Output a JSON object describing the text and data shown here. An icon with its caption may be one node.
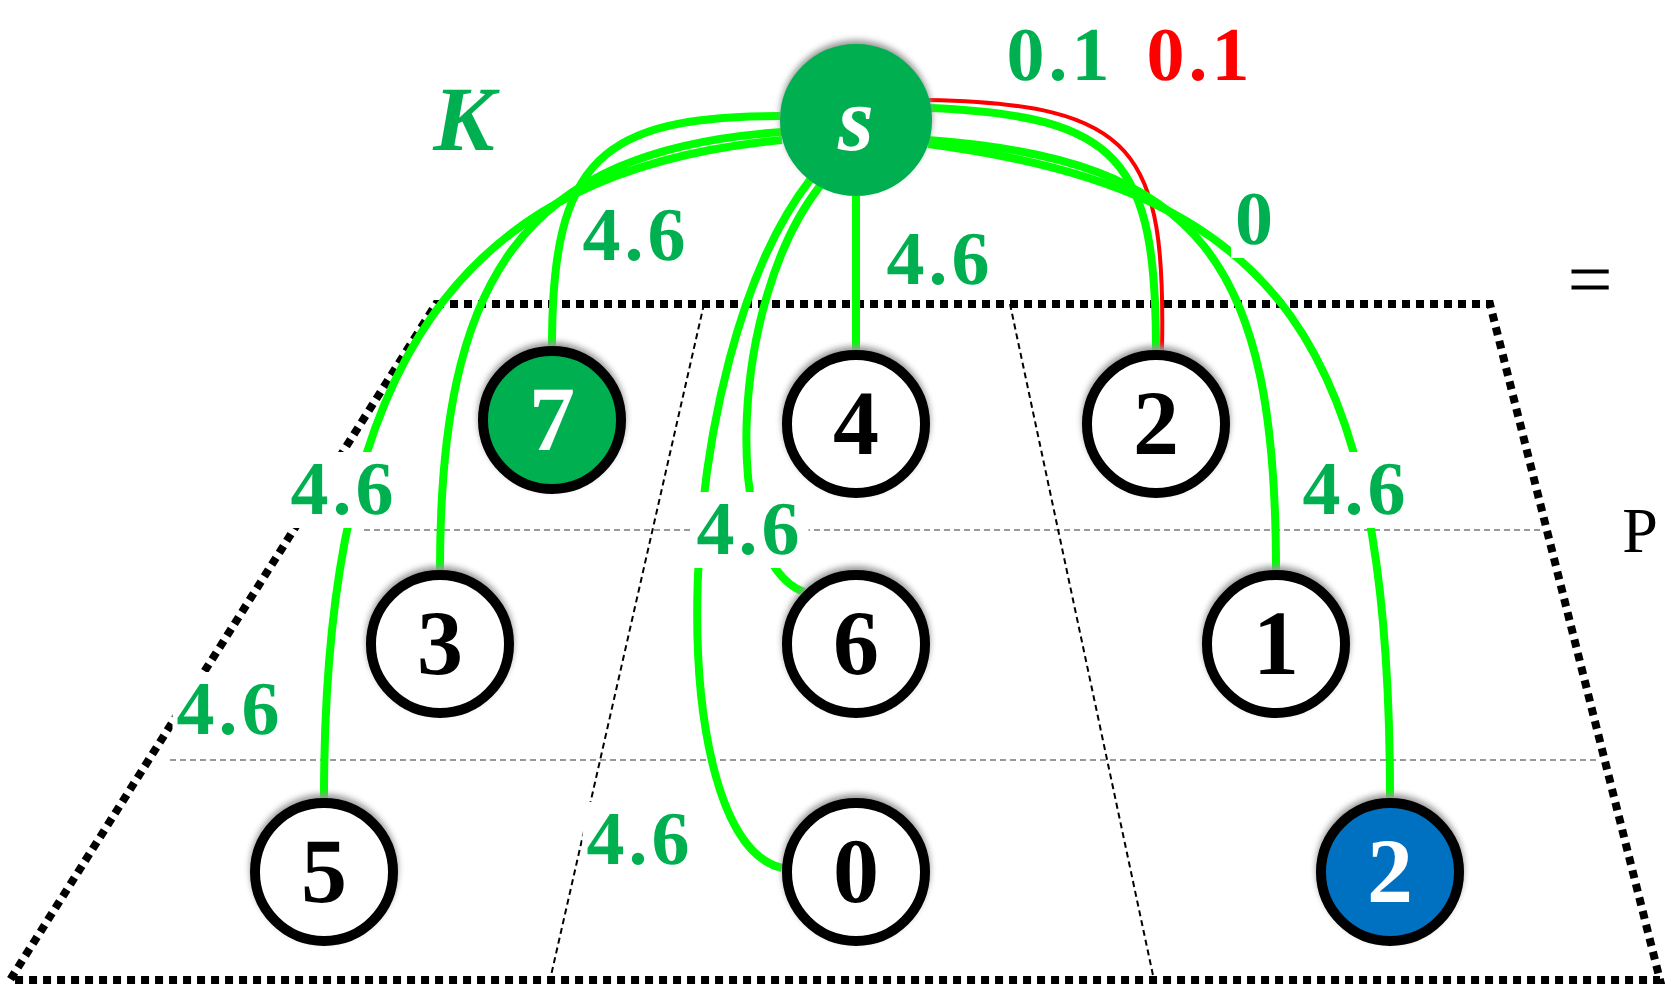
{
  "diagram": {
    "nodes": [
      {
        "text": [
          "s"
        ]
      },
      {
        "text": [
          "7"
        ]
      },
      {
        "text": [
          "4"
        ]
      },
      {
        "text": [
          "2"
        ]
      },
      {
        "text": [
          "3"
        ]
      },
      {
        "text": [
          "6"
        ]
      },
      {
        "text": [
          "1"
        ]
      },
      {
        "text": [
          "5"
        ]
      },
      {
        "text": [
          "0"
        ]
      },
      {
        "text": [
          "2"
        ]
      }
    ],
    "edges": [
      {
        "from": 0,
        "to": 1,
        "arrow": "none",
        "label": "4.6"
      },
      {
        "from": 0,
        "to": 2,
        "arrow": "none",
        "label": "4.6"
      },
      {
        "from": 0,
        "to": 3,
        "arrow": "none",
        "label": "0.1"
      },
      {
        "from": 0,
        "to": 3,
        "arrow": "none",
        "label": "0.1",
        "color": "#ff0000"
      },
      {
        "from": 0,
        "to": 4,
        "arrow": "none",
        "label": "4.6"
      },
      {
        "from": 0,
        "to": 5,
        "arrow": "none",
        "label": "4.6"
      },
      {
        "from": 0,
        "to": 6,
        "arrow": "none",
        "label": "4.6"
      },
      {
        "from": 0,
        "to": 7,
        "arrow": "none",
        "label": "4.6"
      },
      {
        "from": 0,
        "to": 8,
        "arrow": "none",
        "label": "4.6"
      },
      {
        "from": 0,
        "to": 9,
        "arrow": "none",
        "label": "0"
      }
    ],
    "labels": [
      "K",
      "=",
      "P"
    ]
  }
}
